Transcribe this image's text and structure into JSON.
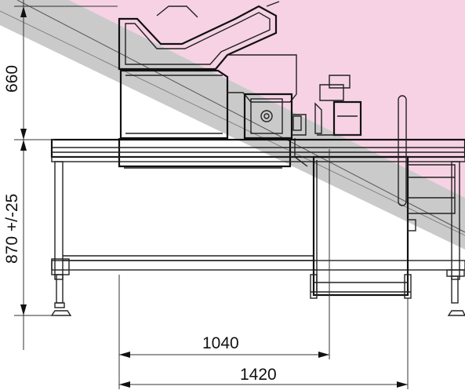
{
  "dimensions": {
    "upper_height": "660",
    "table_height": "870 +/-25",
    "inner_width": "1040",
    "outer_width": "1420"
  },
  "colors": {
    "pink_band": "#f6d2e4",
    "gray_band": "#c8c8c8",
    "line": "#222222"
  }
}
